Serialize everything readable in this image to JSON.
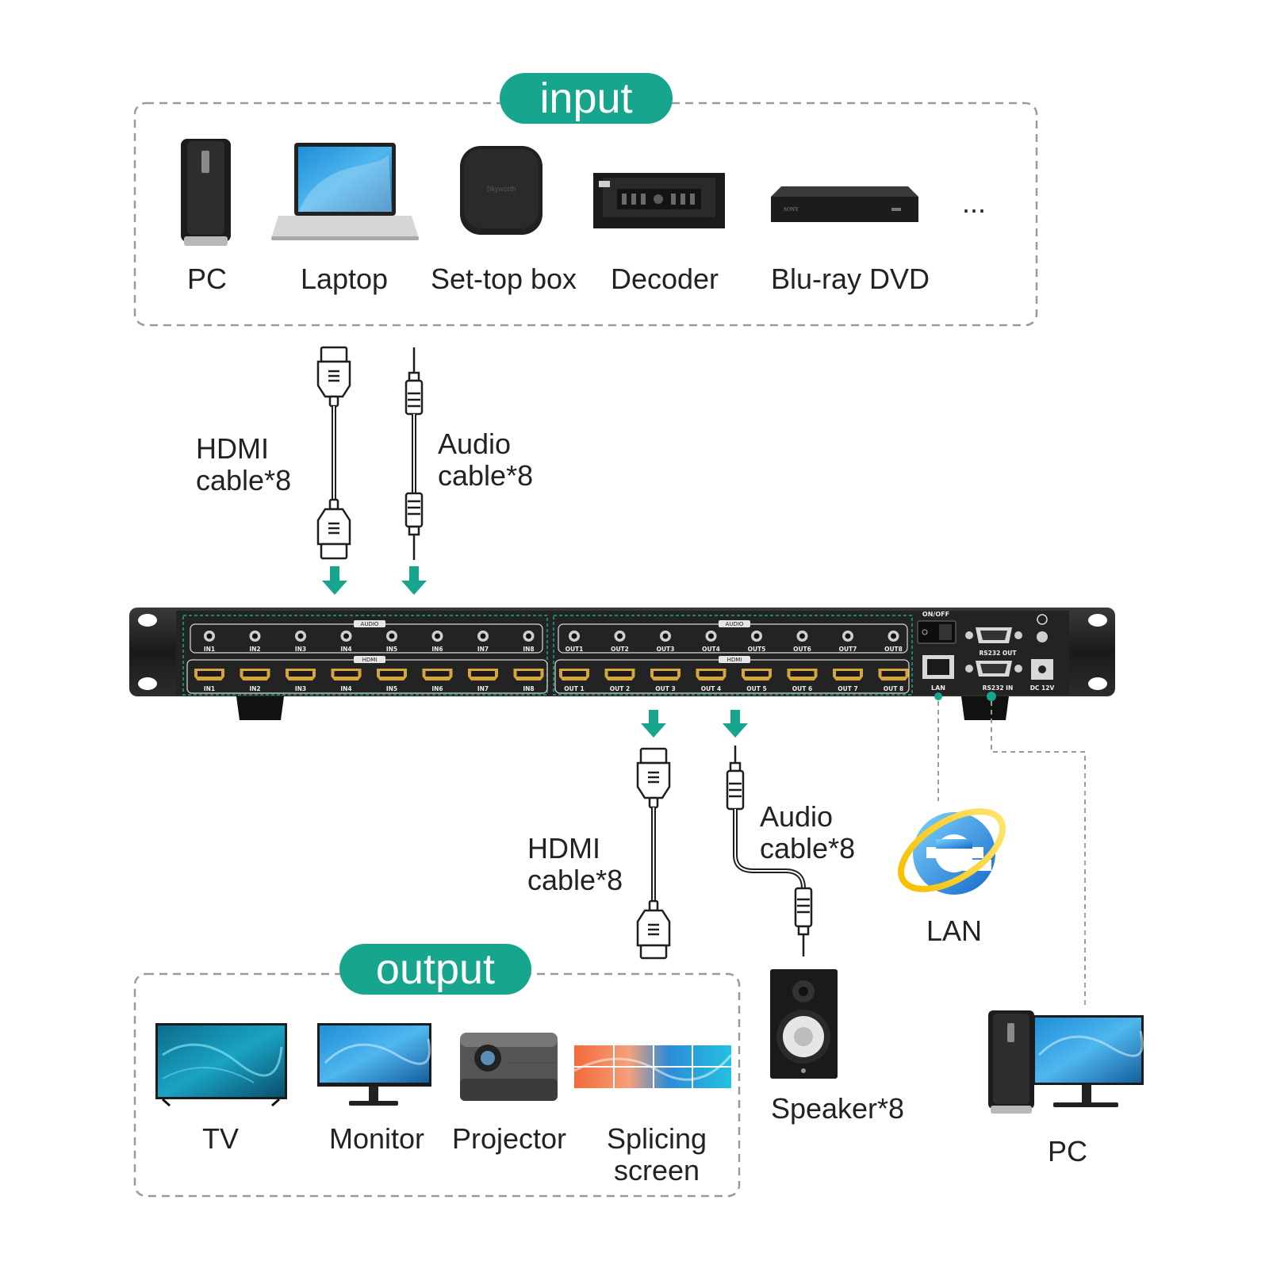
{
  "colors": {
    "accent": "#17a58e",
    "dash": "#9a9a9a",
    "device": "#1b1b1b"
  },
  "input_section": {
    "title": "input",
    "devices": [
      {
        "label": "PC",
        "icon": "tower-pc-icon"
      },
      {
        "label": "Laptop",
        "icon": "laptop-icon"
      },
      {
        "label": "Set-top box",
        "icon": "set-top-box-icon",
        "brand": "Skyworth"
      },
      {
        "label": "Decoder",
        "icon": "decoder-icon"
      },
      {
        "label": "Blu-ray DVD",
        "icon": "bluray-player-icon",
        "brand": "SONY"
      }
    ],
    "more": "..."
  },
  "input_cables": {
    "hdmi": "HDMI\ncable*8",
    "audio": "Audio\ncable*8"
  },
  "matrix": {
    "audio_tag": "AUDIO",
    "hdmi_tag": "HDMI",
    "inputs": [
      "IN1",
      "IN2",
      "IN3",
      "IN4",
      "IN5",
      "IN6",
      "IN7",
      "IN8"
    ],
    "outputs": [
      "OUT1",
      "OUT2",
      "OUT3",
      "OUT4",
      "OUT5",
      "OUT6",
      "OUT7",
      "OUT8"
    ],
    "hdmi_outputs": [
      "OUT 1",
      "OUT 2",
      "OUT 3",
      "OUT 4",
      "OUT 5",
      "OUT 6",
      "OUT 7",
      "OUT 8"
    ],
    "power": "ON/OFF",
    "lan_port": "LAN",
    "rs232_out": "RS232 OUT",
    "rs232_in": "RS232 IN",
    "dc": "DC 12V"
  },
  "output_cables": {
    "hdmi": "HDMI\ncable*8",
    "audio": "Audio\ncable*8"
  },
  "output_section": {
    "title": "output",
    "devices": [
      {
        "label": "TV",
        "icon": "tv-icon"
      },
      {
        "label": "Monitor",
        "icon": "monitor-icon"
      },
      {
        "label": "Projector",
        "icon": "projector-icon"
      },
      {
        "label": "Splicing\nscreen",
        "icon": "video-wall-icon"
      }
    ]
  },
  "speaker": {
    "label": "Speaker*8",
    "icon": "speaker-icon"
  },
  "lan": {
    "label": "LAN",
    "icon": "internet-explorer-icon"
  },
  "pc_control": {
    "label": "PC",
    "icon": "desktop-pc-icon"
  }
}
